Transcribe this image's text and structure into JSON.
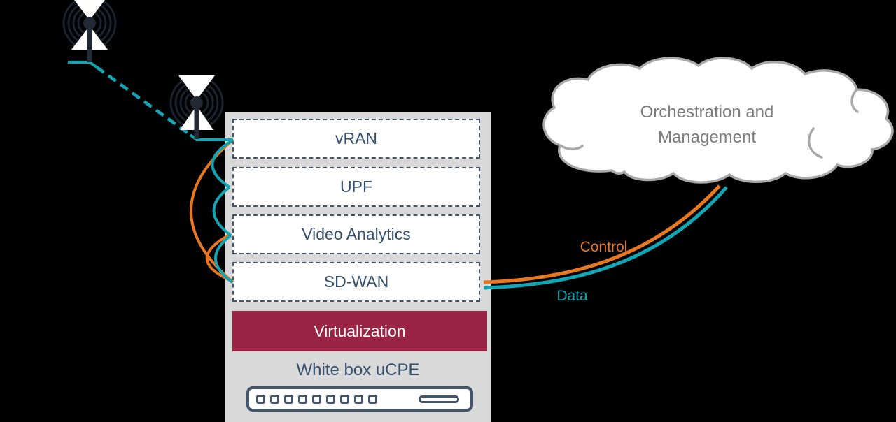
{
  "colors": {
    "background": "#000000",
    "panel": "#d9d9d9",
    "border": "#44546a",
    "ink": "#35506f",
    "control": "#e8781f",
    "data": "#12a6b5",
    "virtualization": "#9a2443",
    "cloud_stroke": "#a9a9a9",
    "cloud_text": "#7d7d7d",
    "antenna_dark": "#222a35",
    "antenna_rings": "#1a2330"
  },
  "cloud": {
    "title": [
      "Orchestration and",
      "Management"
    ]
  },
  "links": {
    "control": {
      "label": "Control",
      "color": "#e8781f"
    },
    "data": {
      "label": "Data",
      "color": "#12a6b5"
    }
  },
  "ucpe": {
    "title": "White box uCPE",
    "layers": [
      {
        "label": "vRAN"
      },
      {
        "label": "UPF"
      },
      {
        "label": "Video Analytics"
      },
      {
        "label": "SD-WAN"
      }
    ],
    "virtualization": {
      "label": "Virtualization",
      "color": "#9a2443"
    },
    "chassis": {
      "ports": 9,
      "slots": 1
    }
  },
  "icons": {
    "names": [
      "radio-antenna-icon",
      "cloud-icon",
      "ucpe-chassis-icon"
    ],
    "antenna_count": 2
  }
}
